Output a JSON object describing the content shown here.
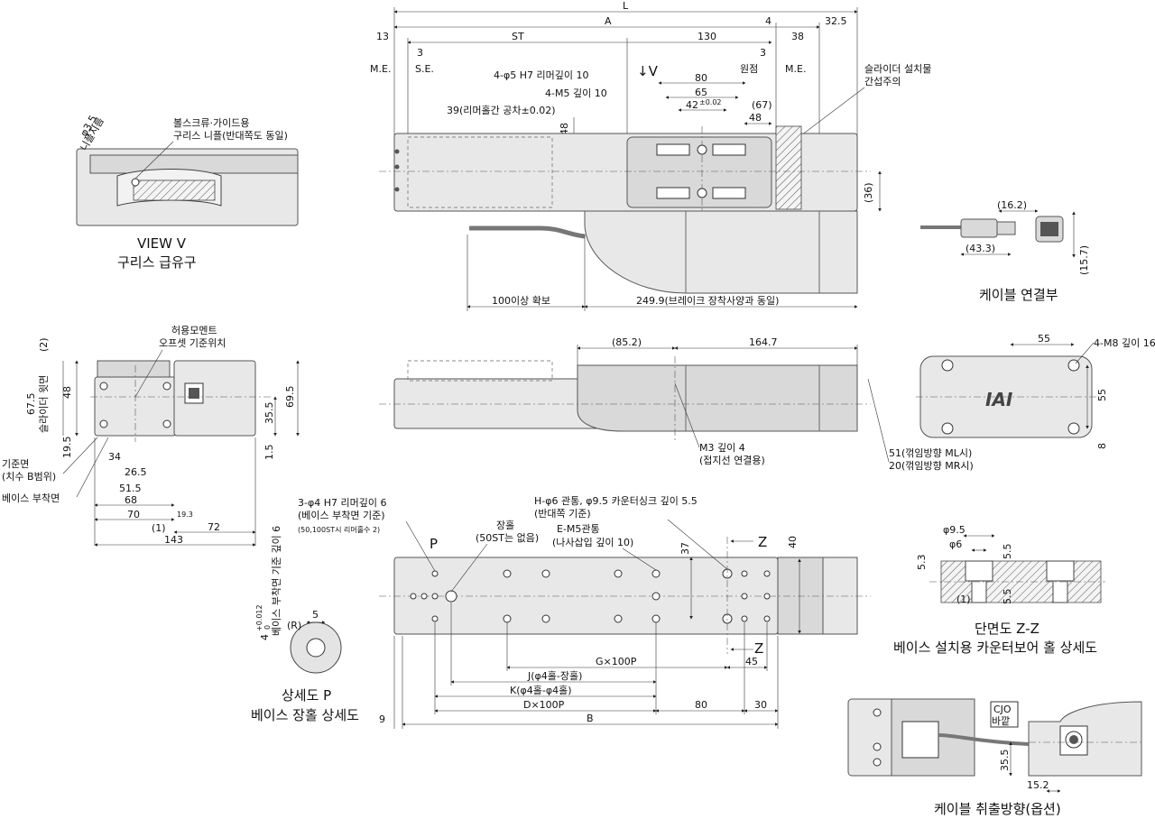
{
  "top_view": {
    "L": "L",
    "A": "A",
    "ST": "ST",
    "d130": "130",
    "d4": "4",
    "d32_5": "32.5",
    "d13": "13",
    "d38": "38",
    "d3a": "3",
    "d3b": "3",
    "me_left": "M.E.",
    "se": "S.E.",
    "origin": "원점",
    "me_right": "M.E.",
    "reamer4": "4-φ5 H7 리머깊이 10",
    "m5": "4-M5 깊이 10",
    "reamer_tol": "39(리머홀간 공차±0.02)",
    "view_arrow": "↓V",
    "d80": "80",
    "d65": "65",
    "d42": "42",
    "d42_tol": "±0.02",
    "d67": "(67)",
    "d48r": "48",
    "d48v": "48",
    "slider_warn1": "슬라이더 설치물",
    "slider_warn2": "간섭주의",
    "d36": "(36)",
    "d100": "100이상 확보",
    "d249": "249.9(브레이크 장착사양과 동일)"
  },
  "view_v": {
    "phi": "φ3.5",
    "nipple_hole": "니플지름",
    "note1": "볼스크류·가이드용",
    "note2": "구리스 니플(반대쪽도 동일)",
    "title1": "VIEW V",
    "title2": "구리스 급유구"
  },
  "cable": {
    "d16_2": "(16.2)",
    "d43_3": "(43.3)",
    "d15_7": "(15.7)",
    "title": "케이블 연결부"
  },
  "end_view": {
    "moment1": "허용모멘트",
    "moment2": "오프셋 기준위치",
    "d2": "(2)",
    "d67_5": "67.5",
    "slider_top": "슬라이더 윗면",
    "d48": "48",
    "d69_5": "69.5",
    "d35_5": "35.5",
    "d19_5": "19.5",
    "d1_5": "1.5",
    "ref1": "기준면",
    "ref2": "(치수 B범위)",
    "base_mount": "베이스 부착면",
    "d34": "34",
    "d26_5": "26.5",
    "d51_5": "51.5",
    "d68": "68",
    "d70": "70",
    "d19_3": "19.3",
    "d1": "(1)",
    "d72": "72",
    "d143": "143"
  },
  "side_view": {
    "d85_2": "(85.2)",
    "d164_7": "164.7",
    "m3a": "M3 깊이 4",
    "m3b": "(접지선 연결용)",
    "bend1": "51(꺾임방향 ML시)",
    "bend2": "20(꺾임방향 MR시)"
  },
  "motor_end": {
    "d55a": "55",
    "m8": "4-M8 깊이 16",
    "d55b": "55",
    "d8": "8",
    "logo": "IAI"
  },
  "bottom_view": {
    "h1": "3-φ4 H7 리머깊이 6",
    "h2": "(베이스 부착면 기준)",
    "h3": "(50,100ST시 리머홀수 2)",
    "slot1": "장홀",
    "slot2": "(50ST는 없음)",
    "p": "P",
    "hole1": "H-φ6 관통, φ9.5 카운터싱크 깊이 5.5",
    "hole2": "(반대쪽 기준)",
    "em5a": "E-M5관통",
    "em5b": "(나사삽입 깊이 10)",
    "z1": "Z",
    "z2": "Z",
    "d37": "37",
    "d40": "40",
    "g": "G×100P",
    "d45": "45",
    "j": "J(φ4홀-장홀)",
    "k": "K(φ4홀-φ4홀)",
    "d": "D×100P",
    "d80": "80",
    "d30": "30",
    "b": "B",
    "d9": "9"
  },
  "detail_p": {
    "depth": "베이스 부착면 기준 깊이 6",
    "d4": "4",
    "tol": "+0.012",
    "tol0": "0",
    "r": "(R)",
    "d5": "5",
    "title1": "상세도 P",
    "title2": "베이스 장홀 상세도"
  },
  "section_zz": {
    "d9_5": "φ9.5",
    "d6": "φ6",
    "d5_3": "5.3",
    "d5_5a": "5.5",
    "d5_5b": "5.5",
    "d1": "(1)",
    "title1": "단면도 Z-Z",
    "title2": "베이스 설치용 카운터보어 홀 상세도"
  },
  "cable_exit": {
    "cjo1": "CJO",
    "cjo2": "바깥",
    "d35_5": "35.5",
    "d15_2": "15.2",
    "title": "케이블 취출방향(옵션)"
  }
}
